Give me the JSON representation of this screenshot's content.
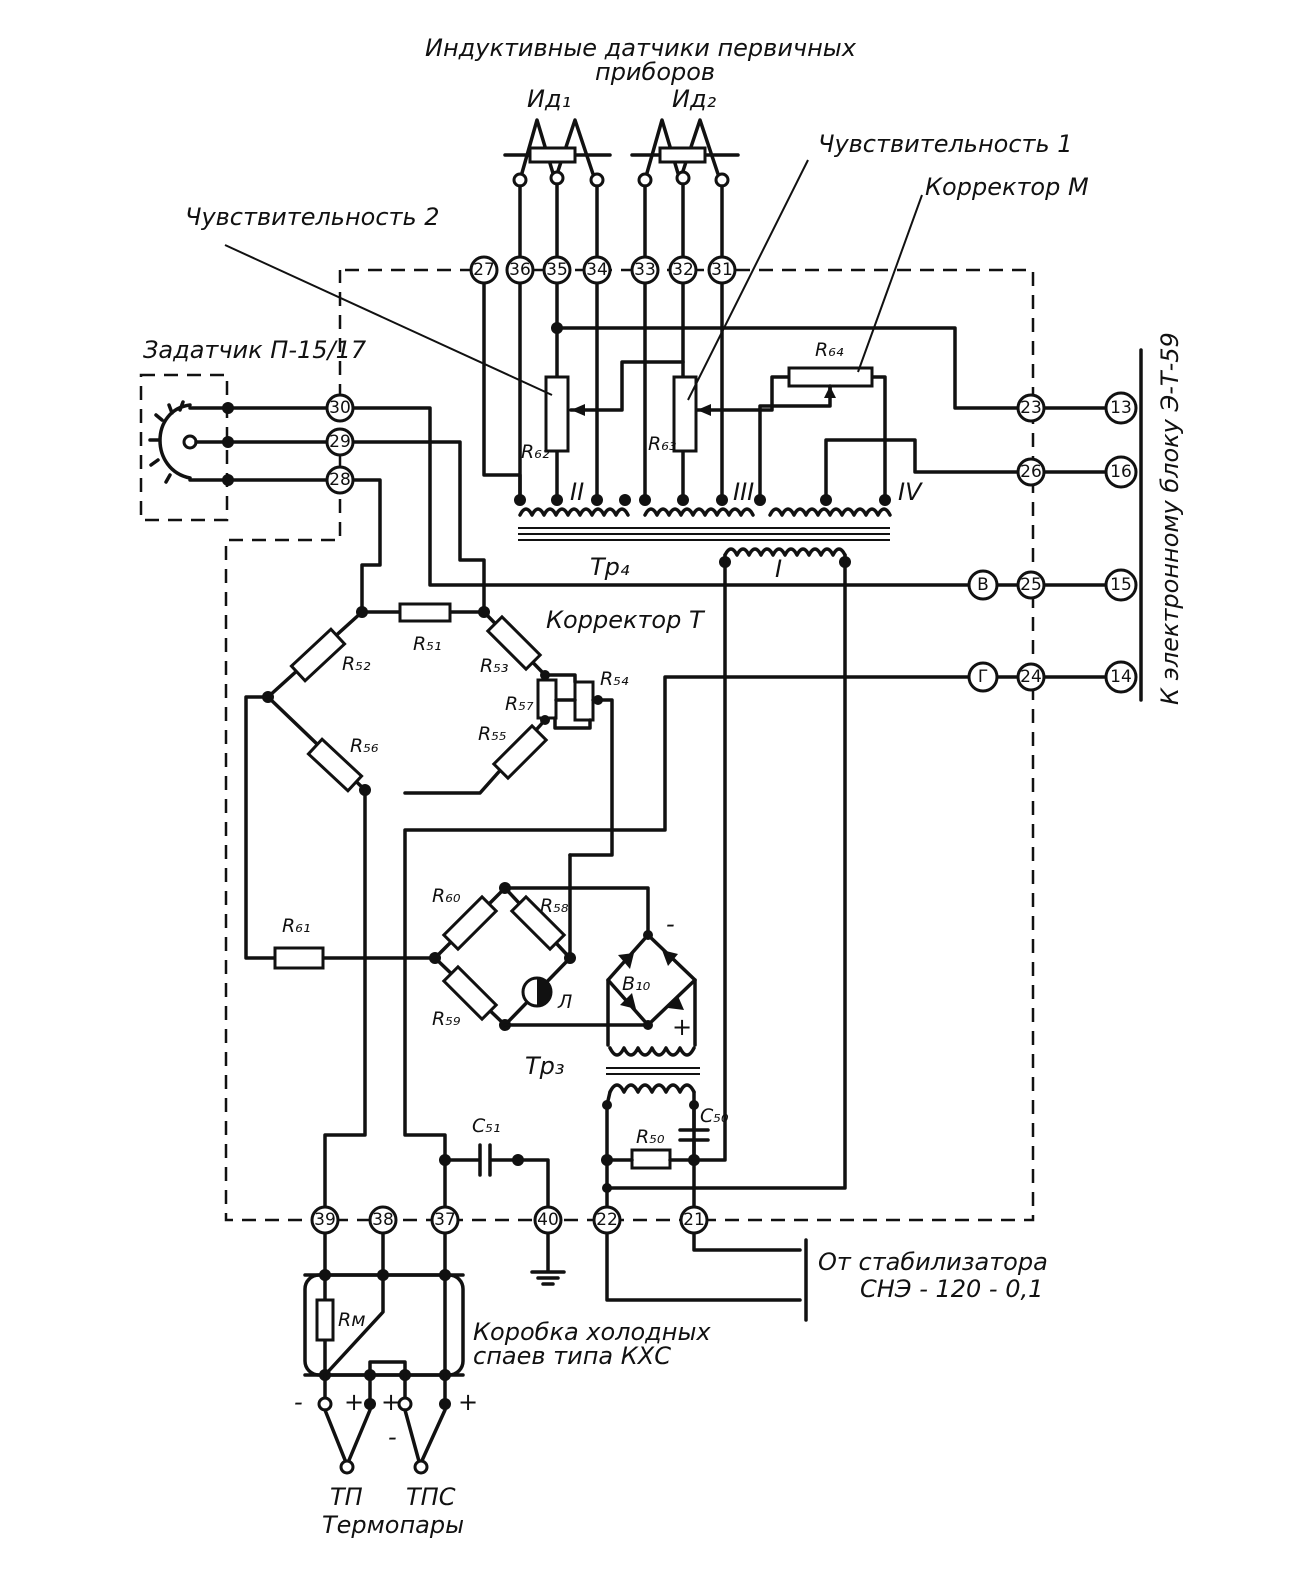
{
  "labels": {
    "title_line1": "Индуктивные датчики первичных",
    "title_line2": "приборов",
    "id1": "Ид₁",
    "id2": "Ид₂",
    "sensitivity1": "Чувствительность 1",
    "sensitivity2": "Чувствительность 2",
    "corrector_m": "Корректор М",
    "setpoint": "Задатчик П-15/17",
    "r64": "R₆₄",
    "r62": "R₆₂",
    "r63": "R₆₃",
    "winding_ii": "II",
    "winding_iii": "III",
    "winding_iv": "IV",
    "winding_i": "I",
    "tr4": "Тр₄",
    "corrector_t": "Корректор Т",
    "r51": "R₅₁",
    "r52": "R₅₂",
    "r53": "R₅₃",
    "r54": "R₅₄",
    "r55": "R₅₅",
    "r56": "R₅₆",
    "r57": "R₅₇",
    "r58": "R₅₈",
    "r59": "R₅₉",
    "r60": "R₆₀",
    "r61": "R₆₁",
    "r50": "R₅₀",
    "c50": "C₅₀",
    "c51": "C₅₁",
    "b10": "B₁₀",
    "lamp": "Л",
    "tr3": "Тр₃",
    "rm": "Rм",
    "minus": "-",
    "plus": "+",
    "kxc_line1": "Коробка холодных",
    "kxc_line2": "спаев типа КХС",
    "stab_line1": "От стабилизатора",
    "stab_line2": "СНЭ - 120 - 0,1",
    "tp": "ТП",
    "tps": "ТПС",
    "thermocouples": "Термопары",
    "electronic_unit": "К электронному блоку Э-Т-59"
  },
  "terminals": {
    "t27": "27",
    "t36": "36",
    "t35": "35",
    "t34": "34",
    "t33": "33",
    "t32": "32",
    "t31": "31",
    "t30": "30",
    "t29": "29",
    "t28": "28",
    "t23": "23",
    "t26": "26",
    "t25": "25",
    "t24": "24",
    "t13": "13",
    "t16": "16",
    "t15": "15",
    "t14": "14",
    "tV": "В",
    "tG": "Г",
    "t39": "39",
    "t38": "38",
    "t37": "37",
    "t40": "40",
    "t22": "22",
    "t21": "21"
  }
}
